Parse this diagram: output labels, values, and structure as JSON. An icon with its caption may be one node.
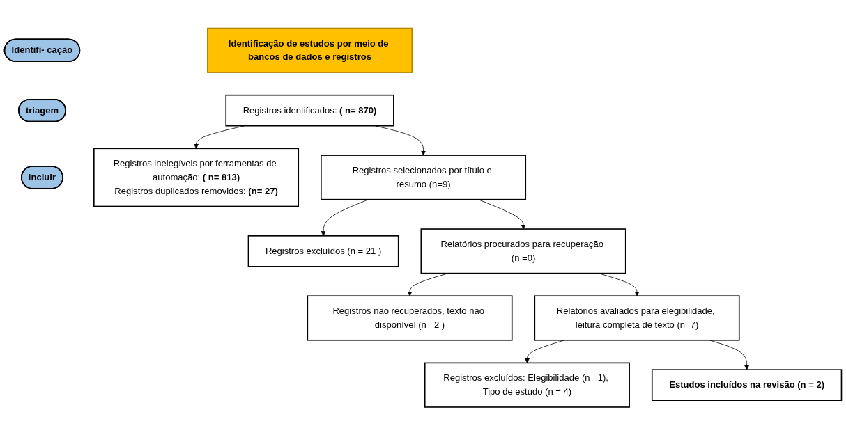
{
  "diagram": {
    "nodes": [
      {
        "text": [
          "Identificação de estudos por meio de bancos de dados e registros"
        ]
      },
      {
        "text": [
          "Identifi- cação"
        ]
      },
      {
        "text": [
          "triagem"
        ]
      },
      {
        "text": [
          "incluir"
        ]
      },
      {
        "text": [
          "Registros identificados: **( n= 870)**"
        ]
      },
      {
        "text": [
          "Registros inelegíveis por ferramentas de automação: **( n= 813)**",
          "Registros duplicados removidos: **(n= 27)**"
        ]
      },
      {
        "text": [
          "Registros selecionados por título e resumo (n=9)"
        ]
      },
      {
        "text": [
          "Registros excluídos (n = 21 )"
        ]
      },
      {
        "text": [
          "Relatórios procurados para recuperação (n =0)"
        ]
      },
      {
        "text": [
          "Registros não recuperados, texto não disponível (n= 2 )"
        ]
      },
      {
        "text": [
          "Relatórios avaliados para elegibilidade, leitura completa de texto (n=7)"
        ]
      },
      {
        "text": [
          "Registros excluídos: Elegibilidade (n= 1), Tipo de estudo (n = 4)"
        ]
      },
      {
        "text": [
          "Estudos incluídos na revisão  (n = 2)"
        ]
      }
    ],
    "edges": [
      {
        "from": 4,
        "to": 5,
        "arrow": "to"
      },
      {
        "from": 4,
        "to": 6,
        "arrow": "to"
      },
      {
        "from": 6,
        "to": 7,
        "arrow": "to"
      },
      {
        "from": 6,
        "to": 8,
        "arrow": "to"
      },
      {
        "from": 8,
        "to": 9,
        "arrow": "to"
      },
      {
        "from": 8,
        "to": 10,
        "arrow": "to"
      },
      {
        "from": 10,
        "to": 11,
        "arrow": "to"
      },
      {
        "from": 10,
        "to": 12,
        "arrow": "to"
      }
    ]
  }
}
